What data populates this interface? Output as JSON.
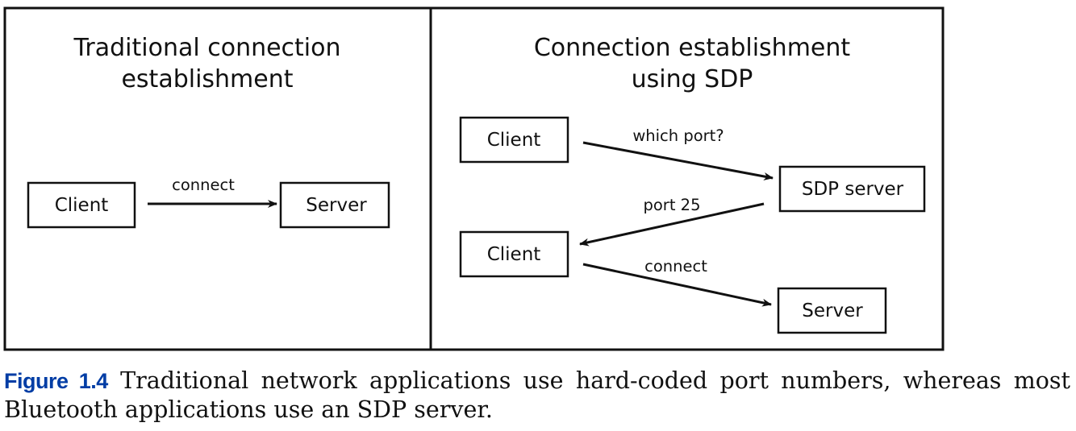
{
  "colors": {
    "figure_label": "#003da5",
    "ink": "#111111"
  },
  "left_panel": {
    "title_line1": "Traditional connection",
    "title_line2": "establishment",
    "client": "Client",
    "server": "Server",
    "edge_label": "connect"
  },
  "right_panel": {
    "title_line1": "Connection establishment",
    "title_line2": "using SDP",
    "client_top": "Client",
    "sdp_server": "SDP server",
    "client_bottom": "Client",
    "server": "Server",
    "edge_query": "which port?",
    "edge_reply": "port 25",
    "edge_connect": "connect"
  },
  "caption": {
    "label": "Figure 1.4",
    "text": " Traditional network applications use hard-coded port numbers, whereas most Bluetooth applications use an SDP server."
  }
}
